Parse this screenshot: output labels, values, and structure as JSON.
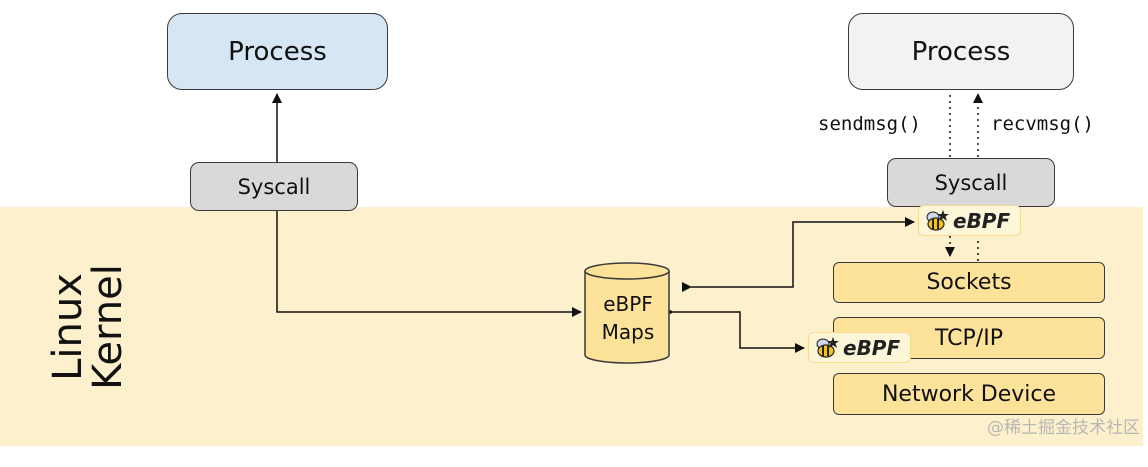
{
  "kernel": {
    "label_line1": "Linux",
    "label_line2": "Kernel"
  },
  "left_stack": {
    "process": "Process",
    "syscall": "Syscall"
  },
  "right_stack": {
    "process": "Process",
    "syscall": "Syscall",
    "send_call": "sendmsg()",
    "recv_call": "recvmsg()"
  },
  "maps": {
    "line1": "eBPF",
    "line2": "Maps"
  },
  "network_stack": {
    "sockets": "Sockets",
    "tcpip": "TCP/IP",
    "network_device": "Network Device"
  },
  "ebpf_badge": {
    "label": "eBPF",
    "icon": "bee-icon"
  },
  "watermark": "@稀土掘金技术社区",
  "colors": {
    "kernel_band": "#fdf1cd",
    "layer_box": "#fde39a",
    "process_left": "#d6e6f5",
    "process_right": "#f2f2f2",
    "syscall": "#d9d9d9"
  }
}
